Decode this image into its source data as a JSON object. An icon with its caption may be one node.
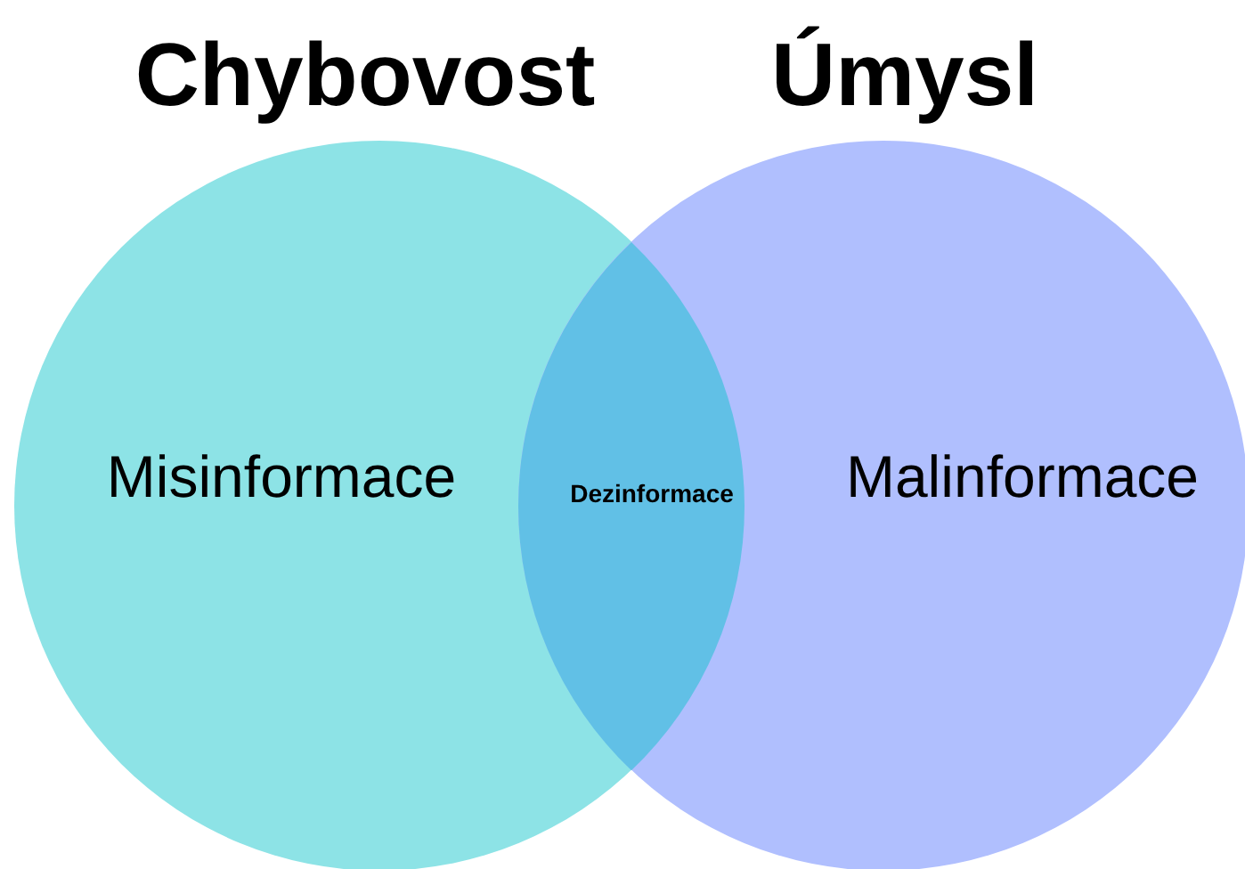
{
  "diagram": {
    "nodes": [
      {
        "text": [
          "Chybovost",
          "Misinformace"
        ]
      },
      {
        "text": [
          "Úmysl",
          "Malinformace"
        ]
      },
      {
        "text": [
          "Dezinformace"
        ]
      }
    ]
  }
}
